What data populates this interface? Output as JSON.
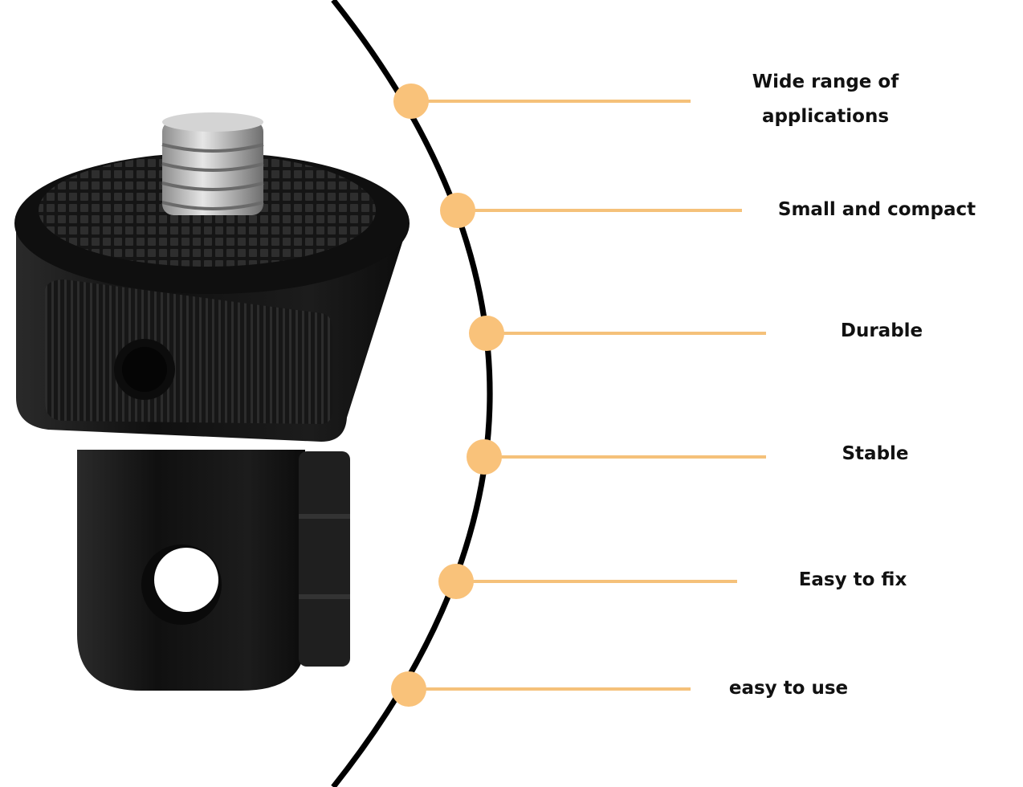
{
  "features": [
    {
      "label": "Wide range of applications"
    },
    {
      "label": "Small and compact"
    },
    {
      "label": "Durable"
    },
    {
      "label": "Stable"
    },
    {
      "label": "Easy to fix"
    },
    {
      "label": "easy to use"
    }
  ],
  "colors": {
    "background": "#ffffff",
    "arc": "#000000",
    "marker": "#f9c27a",
    "connector": "#f5c17a",
    "text": "#111111",
    "mount_body": "#1b1b1b",
    "screw": "#b9b9b9"
  },
  "icons": {
    "product": "camera-mount-adapter-icon"
  }
}
